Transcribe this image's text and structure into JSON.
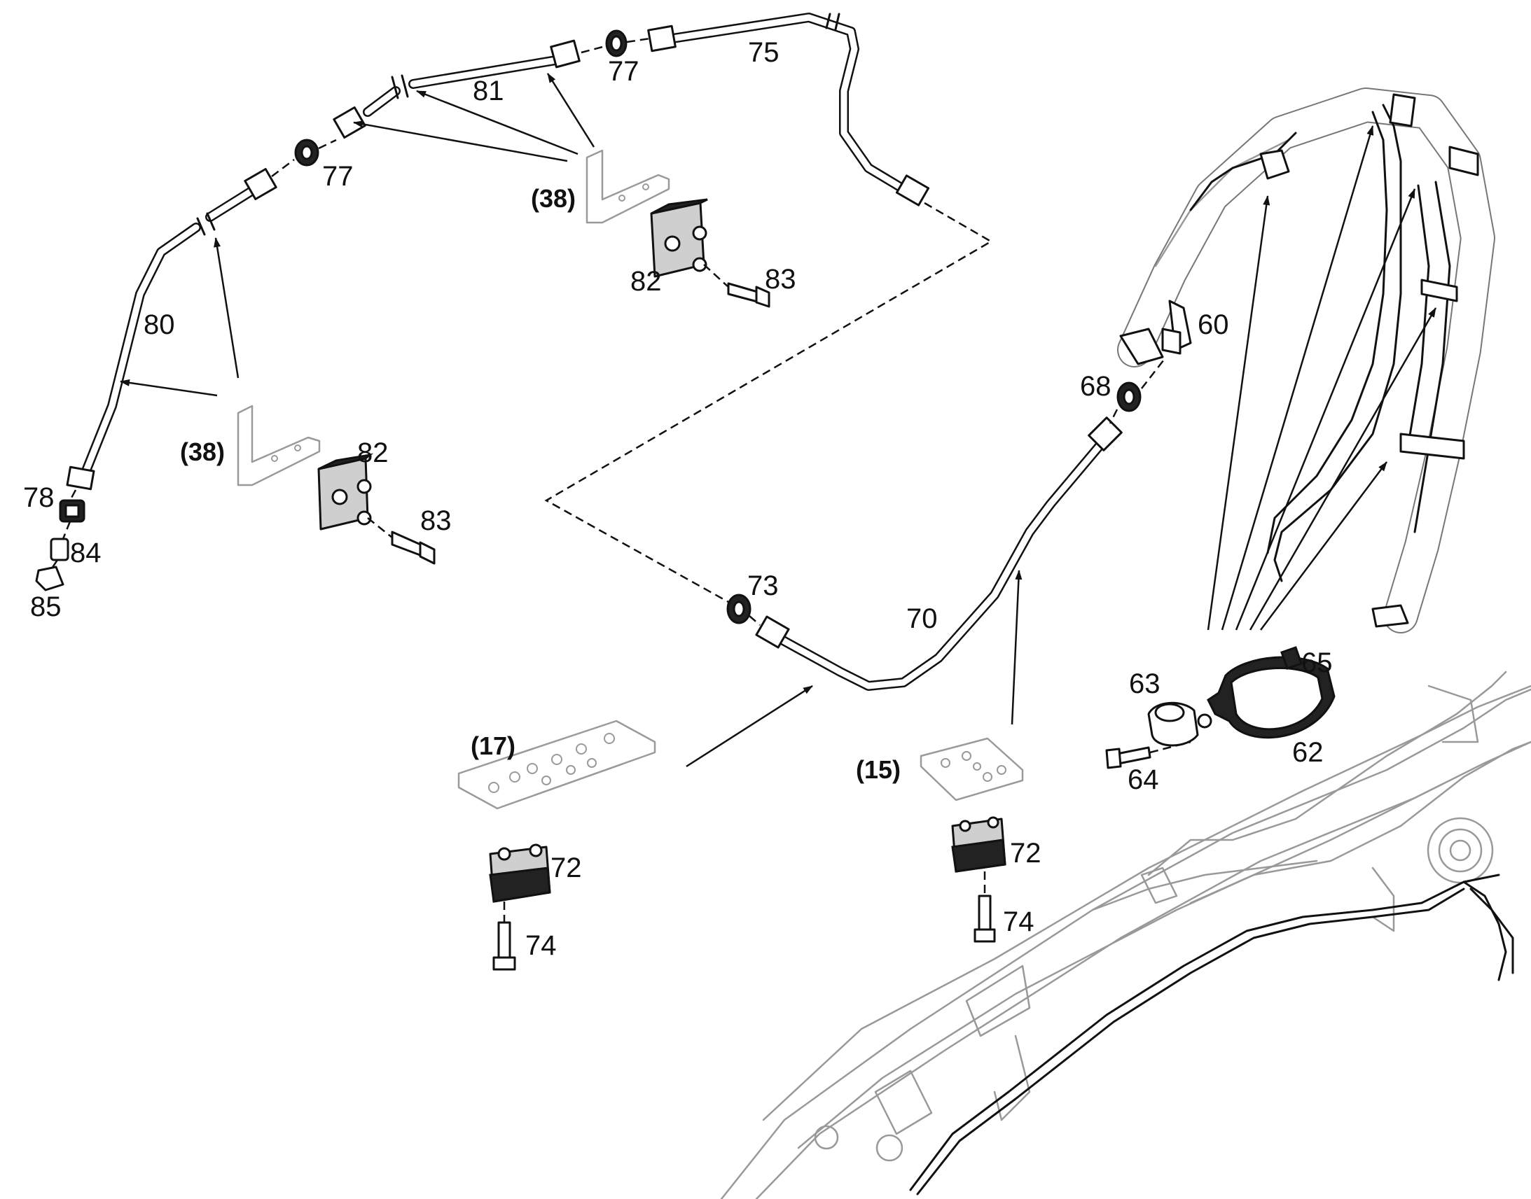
{
  "parts": {
    "p60": "60",
    "p62": "62",
    "p63": "63",
    "p64": "64",
    "p65": "65",
    "p68": "68",
    "p70": "70",
    "p72a": "72",
    "p72b": "72",
    "p73": "73",
    "p74a": "74",
    "p74b": "74",
    "p75": "75",
    "p77a": "77",
    "p77b": "77",
    "p78": "78",
    "p80": "80",
    "p81": "81",
    "p82a": "82",
    "p82b": "82",
    "p83a": "83",
    "p83b": "83",
    "p84": "84",
    "p85": "85"
  },
  "refs": {
    "r38a": "(38)",
    "r38b": "(38)",
    "r17": "(17)",
    "r15": "(15)"
  }
}
